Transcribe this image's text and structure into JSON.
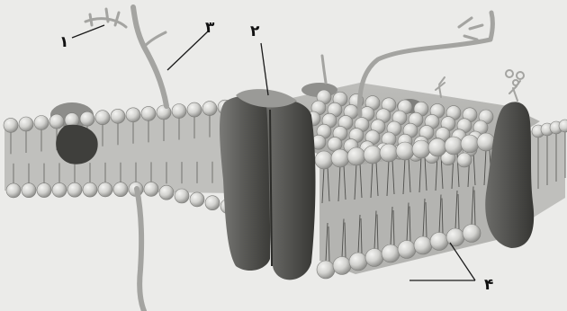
{
  "figure": {
    "callouts": [
      {
        "id": "1",
        "label": "۱"
      },
      {
        "id": "2",
        "label": "۲"
      },
      {
        "id": "3",
        "label": "۳"
      },
      {
        "id": "4",
        "label": "۴"
      }
    ]
  },
  "colors": {
    "background": "#ebebe9",
    "lipid_head": "#d9d9d6",
    "lipid_head_shade": "#9a9a97",
    "lipid_tail": "#6f6f6c",
    "protein": "#5e5e5b",
    "protein_dark": "#3f3f3c",
    "carbohydrate": "#a8a8a5",
    "leader_line": "#1a1a1a"
  }
}
